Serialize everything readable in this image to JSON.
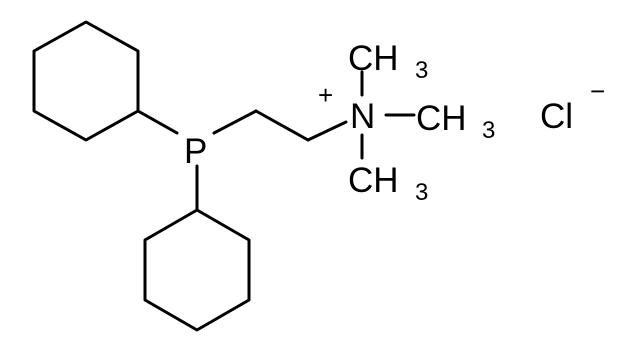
{
  "molecule": {
    "atoms": {
      "phosphorus": "P",
      "nitrogen": "N",
      "chlorine": "Cl"
    },
    "methyl_groups": {
      "top": {
        "symbol": "CH",
        "subscript": "3"
      },
      "right": {
        "symbol": "CH",
        "subscript": "3"
      },
      "bottom": {
        "symbol": "CH",
        "subscript": "3"
      }
    },
    "charges": {
      "cation": "+",
      "anion": "−"
    }
  }
}
